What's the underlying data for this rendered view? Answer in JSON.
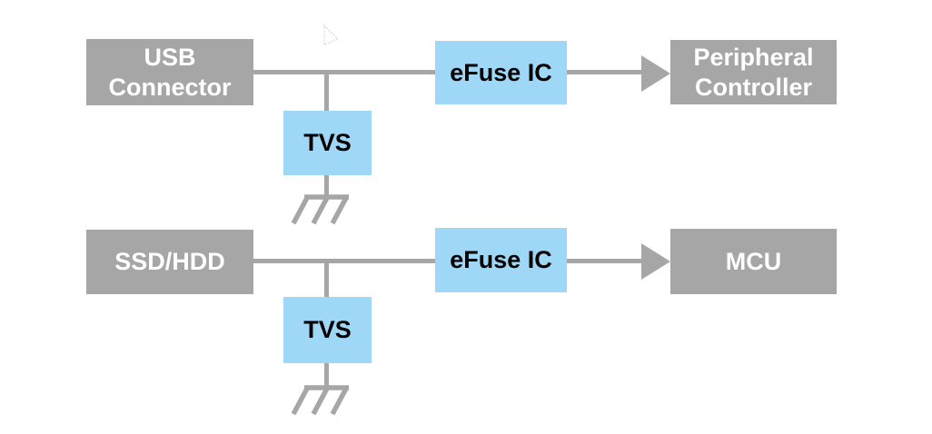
{
  "colors": {
    "background": "#ffffff",
    "box_gray": "#a6a6a6",
    "box_blue": "#9fd7f7",
    "connector_gray": "#a6a6a6",
    "text_on_gray": "#ffffff",
    "text_on_blue": "#000000",
    "cursor_outline": "#cccccc"
  },
  "rows": [
    {
      "source": "USB Connector",
      "efuse": "eFuse IC",
      "destination": "Peripheral Controller",
      "tvs": "TVS",
      "icons": {
        "arrow": "arrow-right-icon",
        "ground": "ground-icon"
      }
    },
    {
      "source": "SSD/HDD",
      "efuse": "eFuse IC",
      "destination": "MCU",
      "tvs": "TVS",
      "icons": {
        "arrow": "arrow-right-icon",
        "ground": "ground-icon"
      }
    }
  ],
  "cursor": {
    "icon": "mouse-cursor-icon"
  }
}
